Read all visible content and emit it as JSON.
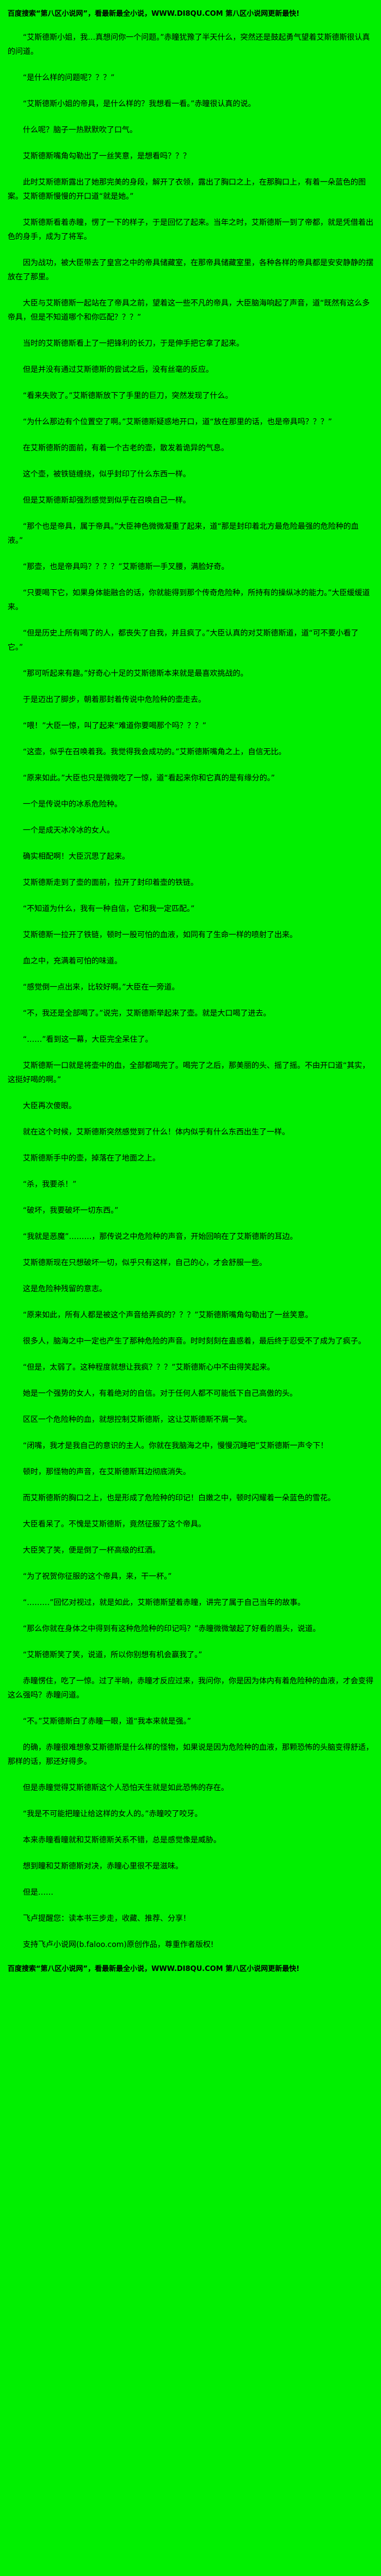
{
  "page": {
    "background_color": "#00F000",
    "text_color": "#000000"
  },
  "header": {
    "promo_line": "百度搜索“第八区小说网”，看最新最全小说，WWW.DI8QU.COM  第八区小说网更新最快!"
  },
  "content": {
    "paragraphs": [
      "“艾斯德斯小姐，我…真想问你一个问题。”赤瞳犹豫了半天什么，突然还是鼓起勇气望着艾斯德斯很认真的问道。",
      "“是什么样的问题呢？？？”",
      "“艾斯德斯小姐的帝具，是什么样的？我想看一看。”赤瞳很认真的说。",
      "什么呢？脑子一热默默吹了口气。",
      "艾斯德斯嘴角勾勒出了一丝笑意，是想看吗？？？",
      "此时艾斯德斯露出了她那完美的身段，解开了衣领，露出了胸口之上，在那胸口上，有着一朵蓝色的图案。艾斯德斯慢慢的开口道“就是她。”",
      "艾斯德斯看着赤瞳，愣了一下的样子，于是回忆了起来。当年之时，艾斯德斯一到了帝都，就是凭借着出色的身手，成为了将军。",
      "因为战功，被大臣带去了皇宫之中的帝具储藏室，在那帝具储藏室里，各种各样的帝具都是安安静静的摆放在了那里。",
      "大臣与艾斯德斯一起站在了帝具之前，望着这一些不凡的帝具，大臣脑海响起了声音，道“既然有这么多帝具，但是不知道哪个和你匹配？？？”",
      "当时的艾斯德斯看上了一把锋利的长刀，于是伸手把它拿了起来。",
      "但是并没有通过艾斯德斯的尝试之后，没有丝毫的反应。",
      "“看来失败了。”艾斯德斯放下了手里的巨刀，突然发现了什么。",
      "“为什么那边有个位置空了啊。”艾斯德斯疑惑地开口，道“放在那里的话，也是帝具吗？？？”",
      "在艾斯德斯的面前，有着一个古老的壶，散发着诡异的气息。",
      "这个壶，被铁链缠绕，似乎封印了什么东西一样。",
      "但是艾斯德斯却强烈感觉到似乎在召唤自己一样。",
      "“那个也是帝具，属于帝具。”大臣神色微微凝重了起来，道“那是封印着北方最危险最强的危险种的血液。”",
      "“那壶，也是帝具吗？？？？”艾斯德斯一手叉腰，满脸好奇。",
      "“只要喝下它，如果身体能融合的话，你就能得到那个传奇危险种，所持有的操纵冰的能力。”大臣缓缓道来。",
      "“但是历史上所有喝了的人，都丧失了自我，并且疯了。”大臣认真的对艾斯德斯道，道“可不要小看了它。”",
      "“那可听起来有趣。”好奇心十足的艾斯德斯本来就是最喜欢挑战的。",
      "于是迈出了脚步，朝着那封着传说中危险种的壶走去。",
      "“喂！”大臣一惊，叫了起来“难道你要喝那个吗？？？”",
      "“这壶，似乎在召唤着我。我觉得我会成功的。”艾斯德斯嘴角之上，自信无比。",
      "“原来如此。”大臣也只是微微吃了一惊，道“看起来你和它真的是有缘分的。”",
      "一个是传说中的冰系危险种。",
      "一个是成天冰冷冰的女人。",
      "确实相配啊！大臣沉思了起来。",
      "艾斯德斯走到了壶的面前，拉开了封印着壶的铁链。",
      "“不知道为什么，我有一种自信，它和我一定匹配。”",
      "艾斯德斯一拉开了铁链，顿时一股可怕的血液，如同有了生命一样的喷射了出来。",
      "血之中，充满着可怕的味道。",
      "“感觉倒一点出来，比较好啊。”大臣在一旁道。",
      "“不，我还是全部喝了。”说完，艾斯德斯举起来了壶。就是大口喝了进去。",
      "“……”看到这一幕，大臣完全呆住了。",
      "艾斯德斯一口就是将壶中的血，全部都喝完了。喝完了之后，那美丽的头、摇了摇。不由开口道“其实，这挺好喝的啊。”",
      "大臣再次傻眼。",
      "就在这个时候，艾斯德斯突然感觉到了什么！体内似乎有什么东西出生了一样。",
      "艾斯德斯手中的壶，掉落在了地面之上。",
      "“杀，我要杀！”",
      "“破坏，我要破坏一切东西。”",
      "“我就是恶魔”………，那传说之中危险种的声音，开始回响在了艾斯德斯的耳边。",
      "艾斯德斯现在只想破坏一切，似乎只有这样，自己的心，才会舒服一些。",
      "这是危险种残留的意志。",
      "“原来如此，所有人都是被这个声音给弄疯的？？？”艾斯德斯嘴角勾勒出了一丝笑意。",
      "很多人，脑海之中一定也产生了那种危险的声音。时时刻刻在蛊惑着，最后终于忍受不了成为了疯子。",
      "“但是，太弱了。这种程度就想让我疯？？？”艾斯德斯心中不由得笑起来。",
      "她是一个强势的女人，有着绝对的自信。对于任何人都不可能低下自己高傲的头。",
      "区区一个危险种的血，就想控制艾斯德斯，这让艾斯德斯不屑一笑。",
      "“闭嘴，我才是我自己的意识的主人。你就在我脑海之中，慢慢沉睡吧”艾斯德斯一声令下！",
      "顿时，那怪物的声音，在艾斯德斯耳边彻底消失。",
      "而艾斯德斯的胸口之上，也是形成了危险种的印记！白嫩之中，顿时闪耀着一朵蓝色的雪花。",
      "大臣看呆了。不愧是艾斯德斯，竟然征服了这个帝具。",
      "大臣笑了笑，便是倒了一杯高级的红酒。",
      "“为了祝贺你征服的这个帝具，来，干一杯。”",
      "“………”回忆对视过，就是如此，艾斯德斯望着赤瞳，讲完了属于自己当年的故事。",
      "“那么你就在身体之中得到有这种危险种的印记吗？”赤瞳微微皱起了好看的眉头，说道。",
      "“艾斯德斯笑了笑，说道，所以你别想有机会赢我了。”",
      "赤瞳愣住，吃了一惊。过了半晌，赤瞳才反应过来，我问你，你是因为体内有着危险种的血液，才会变得这么强吗？赤瞳问道。",
      "“不。”艾斯德斯白了赤瞳一眼，道“我本来就是强。”",
      "的确，赤瞳很难想象艾斯德斯是什么样的怪物，如果说是因为危险种的血液，那颗恐怖的头脑变得舒适，那样的话，那还好得多。",
      "但是赤瞳觉得艾斯德斯这个人恐怕天生就是如此恐怖的存在。",
      "“我是不可能把瞳让给这样的女人的。”赤瞳咬了咬牙。",
      "本来赤瞳看瞳就和艾斯德斯关系不错，总是感觉像是威胁。",
      "想到瞳和艾斯德斯对决，赤瞳心里很不是滋味。",
      "但是……"
    ]
  },
  "footer": {
    "reminder_line": "飞卢提醒您：读本书三步走，收藏、推荐、分享！",
    "copyright_line": "支持飞卢小说网(b.faloo.com)原创作品，尊重作者版权!",
    "promo_line": "百度搜索“第八区小说网”，看最新最全小说，WWW.DI8QU.COM  第八区小说网更新最快!"
  }
}
